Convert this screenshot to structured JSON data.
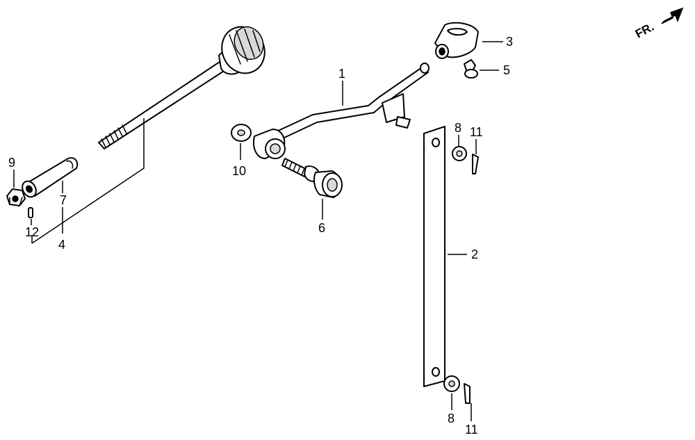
{
  "direction_indicator": {
    "text": "FR.",
    "arrow_icon": "arrow-right-up-icon"
  },
  "callouts": [
    {
      "id": "label-1",
      "text": "1"
    },
    {
      "id": "label-2",
      "text": "2"
    },
    {
      "id": "label-3",
      "text": "3"
    },
    {
      "id": "label-4",
      "text": "4"
    },
    {
      "id": "label-5",
      "text": "5"
    },
    {
      "id": "label-6",
      "text": "6"
    },
    {
      "id": "label-7",
      "text": "7"
    },
    {
      "id": "label-8-top",
      "text": "8"
    },
    {
      "id": "label-8-bottom",
      "text": "8"
    },
    {
      "id": "label-9",
      "text": "9"
    },
    {
      "id": "label-10",
      "text": "10"
    },
    {
      "id": "label-11-top",
      "text": "11"
    },
    {
      "id": "label-11-bottom",
      "text": "11"
    },
    {
      "id": "label-12",
      "text": "12"
    }
  ]
}
